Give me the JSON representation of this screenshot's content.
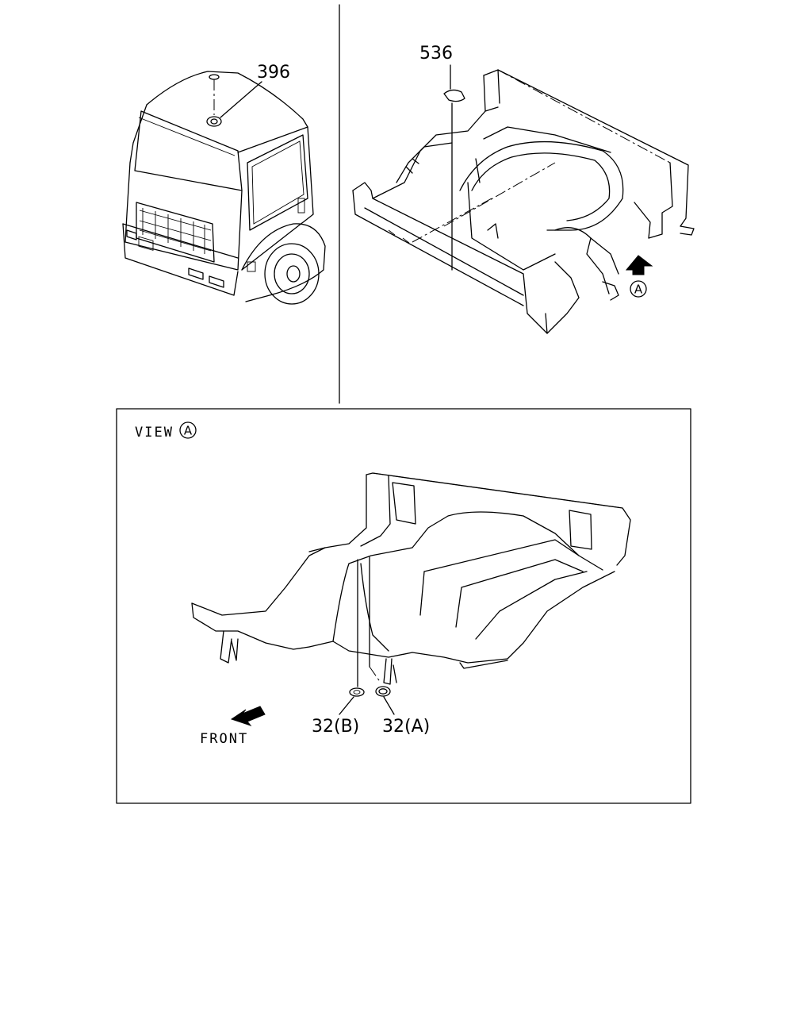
{
  "callouts": {
    "roof_part": "396",
    "floor_part": "536",
    "view_marker": "A",
    "part_b": "32(B)",
    "part_a": "32(A)"
  },
  "view_box": {
    "label": "VIEW",
    "marker": "A"
  },
  "direction": {
    "label": "FRONT"
  }
}
